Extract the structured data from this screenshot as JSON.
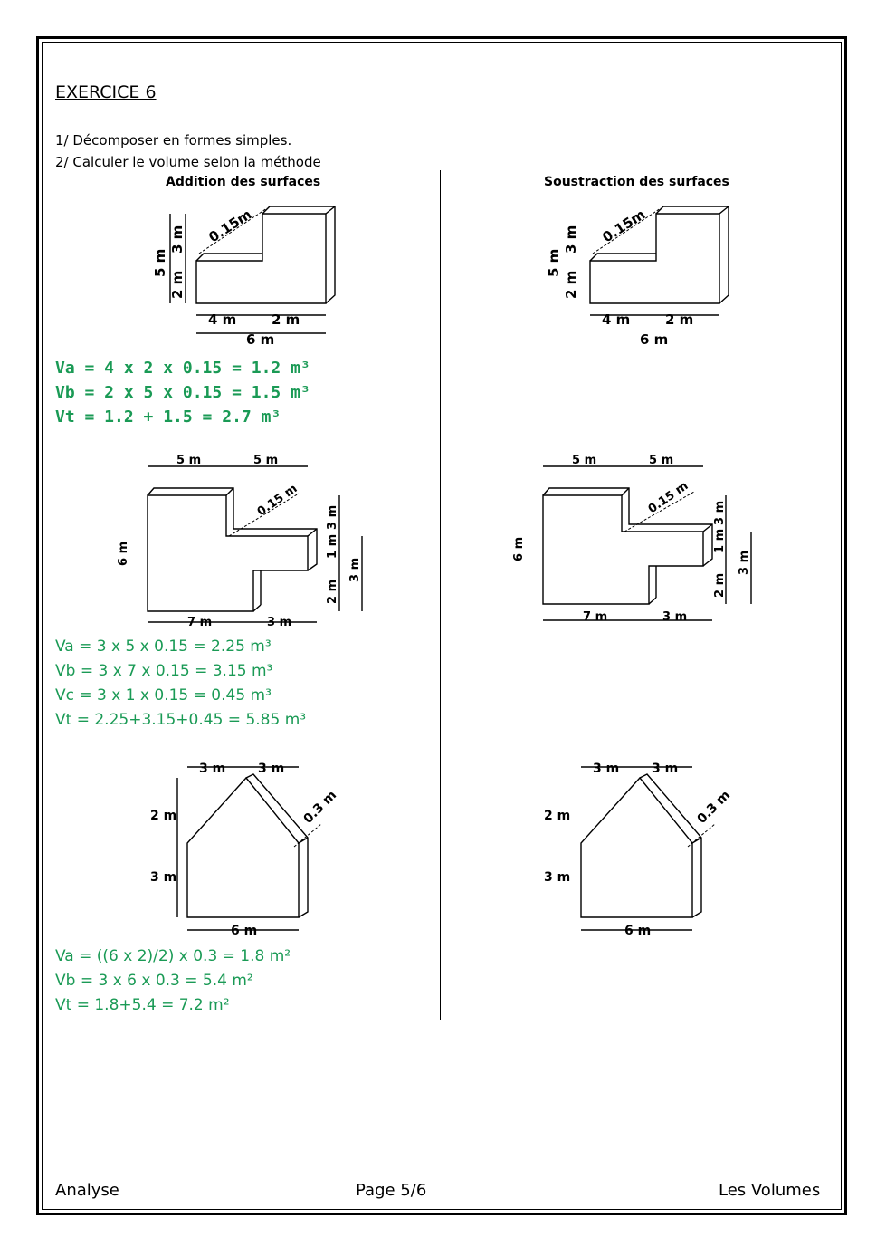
{
  "exercise": {
    "title": "EXERCICE 6",
    "instructions": [
      "1/ Décomposer en formes simples.",
      "2/ Calculer le volume selon la méthode"
    ]
  },
  "columns": {
    "left_title": "Addition des surfaces",
    "right_title": "Soustraction des surfaces"
  },
  "figure1": {
    "thickness": "0.15m",
    "height_total": "5 m",
    "height_upper": "3 m",
    "height_lower": "2 m",
    "width_left": "4 m",
    "width_right": "2 m",
    "width_total": "6 m"
  },
  "figure2": {
    "top_left": "5 m",
    "top_right": "5 m",
    "thickness": "0.15 m",
    "height_total": "6 m",
    "r_top": "3 m",
    "r_mid": "1 m",
    "r_bottom": "2 m",
    "r_outer": "3 m",
    "bottom_left": "7 m",
    "bottom_right": "3 m"
  },
  "figure3": {
    "top_left": "3 m",
    "top_right": "3 m",
    "thickness": "0.3 m",
    "height_roof": "2 m",
    "height_wall": "3 m",
    "width": "6 m"
  },
  "solutions": {
    "fig1": [
      "Va = 4 x 2 x 0.15 = 1.2 m³",
      "Vb = 2 x 5 x 0.15 =  1.5 m³",
      "Vt = 1.2 + 1.5 = 2.7 m³"
    ],
    "fig2": [
      "Va = 3 x 5 x 0.15 = 2.25 m³",
      "Vb = 3 x 7 x 0.15 = 3.15 m³",
      "Vc = 3 x 1 x 0.15 = 0.45 m³",
      "Vt = 2.25+3.15+0.45 = 5.85 m³"
    ],
    "fig3": [
      "Va = ((6 x 2)/2) x 0.3 = 1.8 m²",
      "Vb = 3 x 6 x 0.3 = 5.4 m²",
      "Vt = 1.8+5.4 = 7.2 m²"
    ]
  },
  "footer": {
    "left": "Analyse",
    "center": "Page 5/6",
    "right": "Les Volumes"
  }
}
